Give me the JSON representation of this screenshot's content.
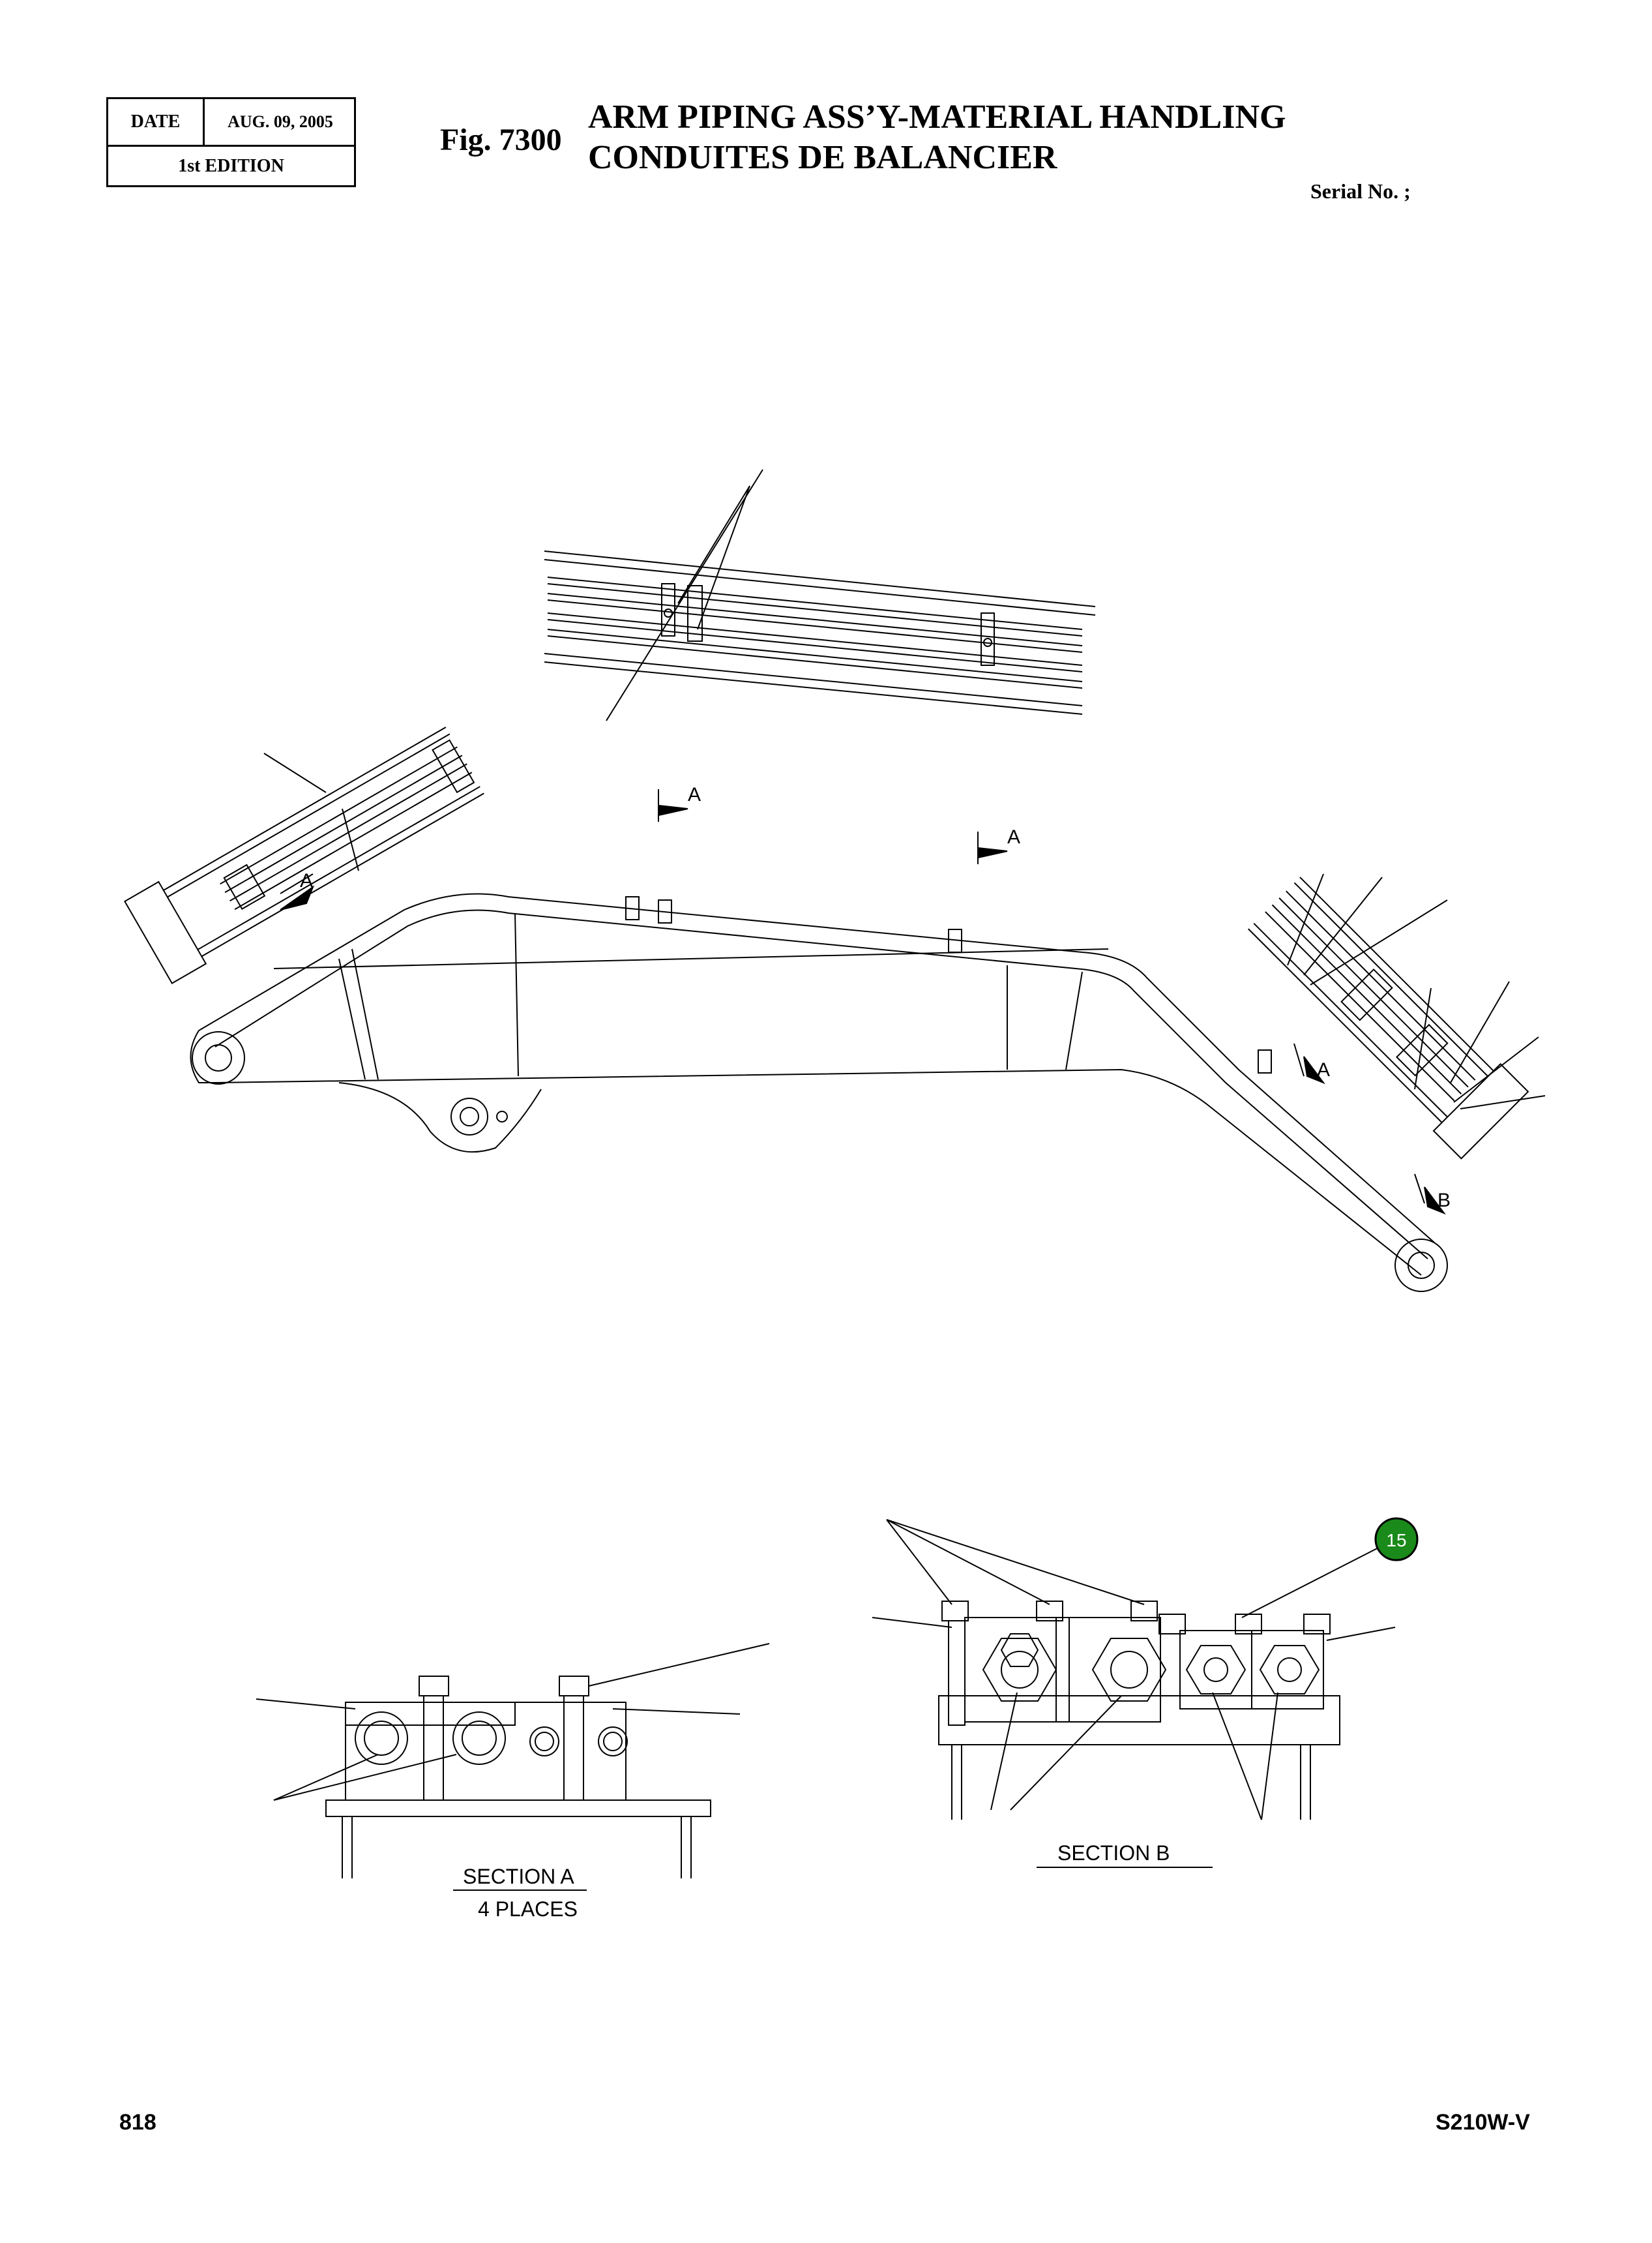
{
  "header": {
    "date_label": "DATE",
    "date_value": "AUG. 09, 2005",
    "edition": "1st EDITION",
    "fig_number": "Fig. 7300",
    "title_line1": "ARM PIPING ASS’Y-MATERIAL HANDLING",
    "title_line2": "CONDUITES DE BALANCIER",
    "serial": "Serial No. ;"
  },
  "drawing": {
    "section_markers": [
      "A",
      "A",
      "A",
      "A",
      "B"
    ],
    "callout_number": "15",
    "callout_color": "#1a8a1a",
    "section_a_title": "SECTION   A",
    "section_a_sub": "4 PLACES",
    "section_b_title": "SECTION   B"
  },
  "footer": {
    "page_number": "818",
    "model": "S210W-V"
  }
}
